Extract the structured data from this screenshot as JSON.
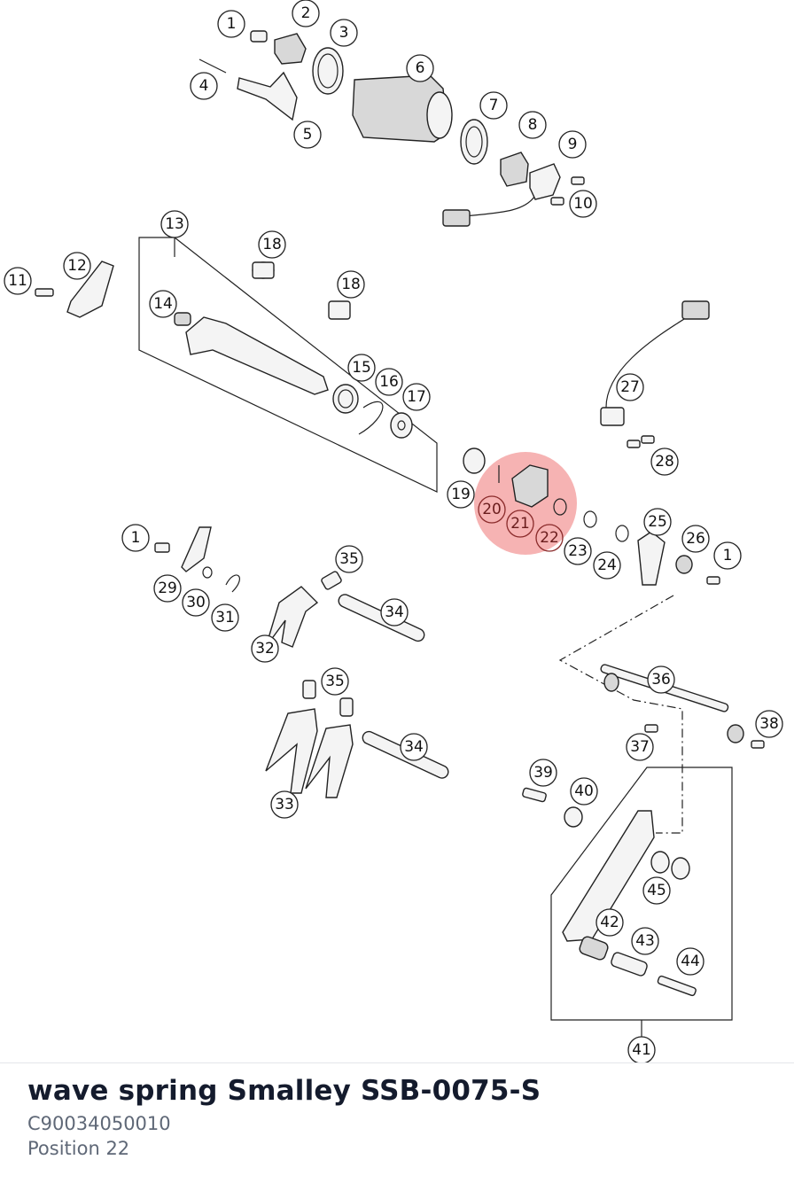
{
  "diagram": {
    "highlight_color": "#f08080",
    "highlighted_positions": [
      "20",
      "21",
      "22"
    ],
    "labels": [
      "1",
      "2",
      "3",
      "4",
      "5",
      "6",
      "7",
      "8",
      "9",
      "10",
      "11",
      "12",
      "13",
      "14",
      "18",
      "18",
      "15",
      "16",
      "17",
      "19",
      "20",
      "21",
      "22",
      "23",
      "24",
      "25",
      "26",
      "1",
      "27",
      "28",
      "1",
      "29",
      "30",
      "31",
      "35",
      "32",
      "34",
      "35",
      "33",
      "34",
      "36",
      "37",
      "38",
      "39",
      "40",
      "45",
      "42",
      "43",
      "44",
      "41"
    ]
  },
  "part": {
    "name": "wave spring Smalley SSB-0075-S",
    "number": "C90034050010",
    "position": "Position 22"
  }
}
